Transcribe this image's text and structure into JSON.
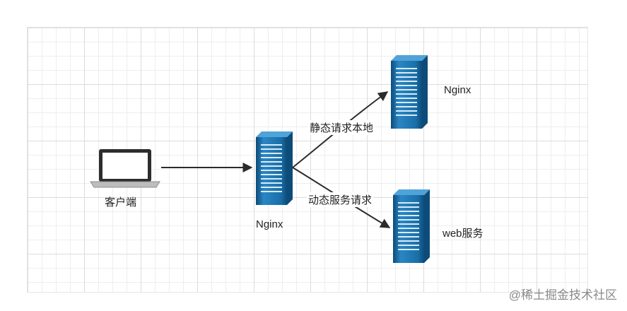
{
  "nodes": {
    "client": {
      "label": "客户端",
      "icon": "laptop-icon"
    },
    "proxy": {
      "label": "Nginx",
      "icon": "server-icon"
    },
    "static_server": {
      "label": "Nginx",
      "icon": "server-icon"
    },
    "dynamic_server": {
      "label": "web服务",
      "icon": "server-icon"
    }
  },
  "edges": {
    "static_request": {
      "label": "静态请求本地"
    },
    "dynamic_request": {
      "label": "动态服务请求"
    }
  },
  "watermark": "@稀土掘金技术社区",
  "colors": {
    "server_body": "#1a6fa8",
    "server_dark": "#0d4c7a",
    "arrow": "#2b2b2b",
    "grid_line": "#dcdcdc"
  }
}
